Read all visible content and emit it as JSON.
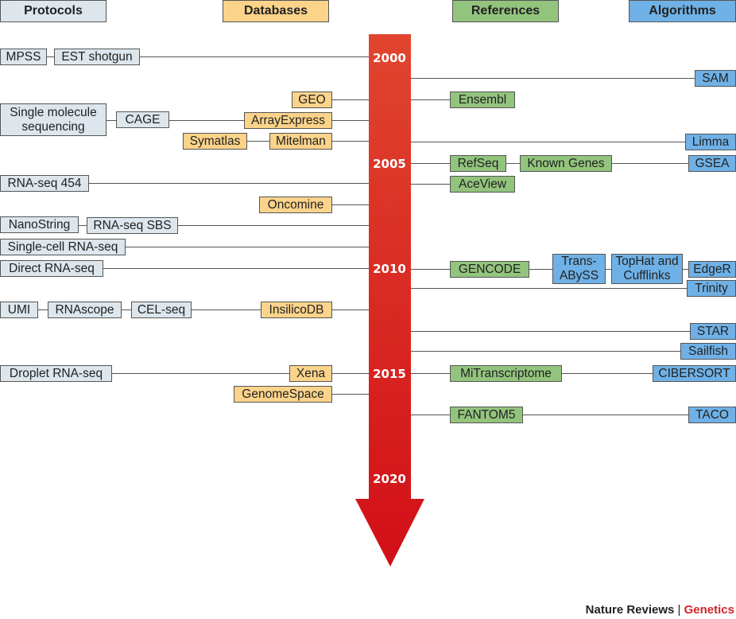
{
  "headers": {
    "protocols": "Protocols",
    "databases": "Databases",
    "references": "References",
    "algorithms": "Algorithms"
  },
  "years": [
    "2000",
    "2005",
    "2010",
    "2015",
    "2020"
  ],
  "protocols": {
    "mpss": "MPSS",
    "est_shotgun": "EST shotgun",
    "single_molecule_1": "Single molecule",
    "single_molecule_2": "sequencing",
    "cage": "CAGE",
    "rnaseq_454": "RNA-seq 454",
    "nanostring": "NanoString",
    "rnaseq_sbs": "RNA-seq SBS",
    "single_cell": "Single-cell RNA-seq",
    "direct_rnaseq": "Direct RNA-seq",
    "umi": "UMI",
    "rnascope": "RNAscope",
    "cel_seq": "CEL-seq",
    "droplet": "Droplet RNA-seq"
  },
  "databases": {
    "geo": "GEO",
    "arrayexpress": "ArrayExpress",
    "symatlas": "Symatlas",
    "mitelman": "Mitelman",
    "oncomine": "Oncomine",
    "insilicodb": "InsilicoDB",
    "xena": "Xena",
    "genomespace": "GenomeSpace"
  },
  "references": {
    "ensembl": "Ensembl",
    "refseq": "RefSeq",
    "known_genes": "Known Genes",
    "aceview": "AceView",
    "gencode": "GENCODE",
    "mitranscriptome": "MiTranscriptome",
    "fantom5": "FANTOM5"
  },
  "algorithms": {
    "sam": "SAM",
    "limma": "Limma",
    "gsea": "GSEA",
    "trans_abyss_1": "Trans-",
    "trans_abyss_2": "ABySS",
    "tophat_1": "TopHat and",
    "tophat_2": "Cufflinks",
    "edger": "EdgeR",
    "trinity": "Trinity",
    "star": "STAR",
    "sailfish": "Sailfish",
    "cibersort": "CIBERSORT",
    "taco": "TACO"
  },
  "credit": {
    "publisher": "Nature Reviews",
    "separator": "|",
    "journal": "Genetics"
  },
  "colors": {
    "protocol": "#dde6ec",
    "database": "#fbd38a",
    "reference": "#93c47d",
    "algorithm": "#6fb1e6",
    "arrow": "#d42020"
  }
}
